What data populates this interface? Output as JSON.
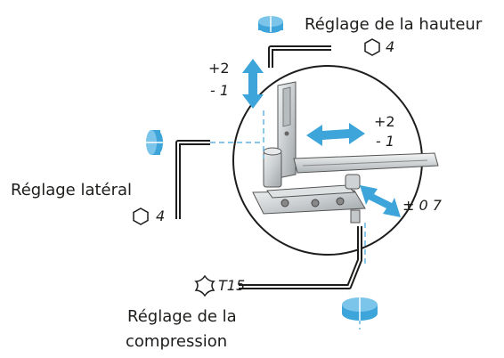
{
  "labels": {
    "height_adjust": "Réglage de la hauteur",
    "height_key": "4",
    "lateral_adjust": "Réglage latéral",
    "lateral_key": "4",
    "compression_line1": "Réglage de la",
    "compression_line2": "compression",
    "compression_key": "T15"
  },
  "values": {
    "vertical_plus": "+2",
    "vertical_minus": "- 1",
    "horizontal_plus": "+2",
    "horizontal_minus": "- 1",
    "compression_range": "± 0 7"
  },
  "colors": {
    "accent": "#3da5d9",
    "line": "#1d1d1b",
    "metal": "#cfd2d3"
  }
}
